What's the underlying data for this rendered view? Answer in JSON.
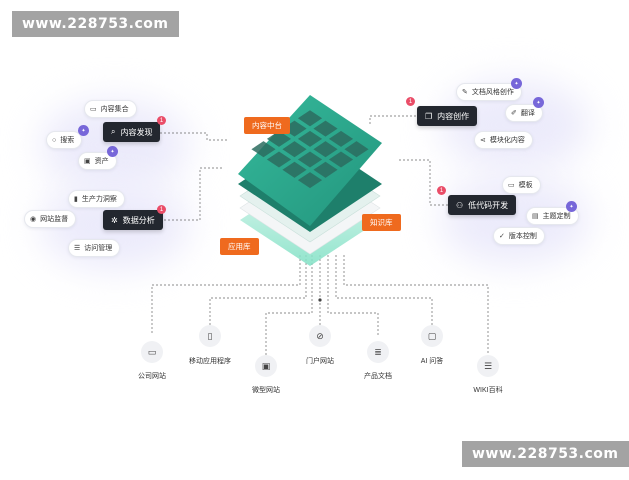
{
  "watermark": {
    "top": "www.228753.com",
    "bottom": "www.228753.com"
  },
  "center_tags": {
    "content_platform": "内容中台",
    "knowledge_base": "知识库",
    "app_library": "应用库"
  },
  "left": {
    "search_node": {
      "label": "内容发现",
      "badge": "1",
      "icon": "search-icon"
    },
    "content_set": "内容集合",
    "search": "搜索",
    "assets": "资产",
    "data_node": {
      "label": "数据分析",
      "badge": "1",
      "icon": "gear-icon"
    },
    "prod_insight": "生产力洞察",
    "site_monitor": "网站监督",
    "access_mgmt": "访问管理"
  },
  "right": {
    "creation_node": {
      "label": "内容创作",
      "badge": "1",
      "icon": "copy-icon"
    },
    "doc_style": "文档风格创作",
    "translate": "翻译",
    "modular": "模块化内容",
    "lowcode_node": {
      "label": "低代码开发",
      "badge": "1",
      "icon": "users-icon"
    },
    "template": "模板",
    "theme": "主题定制",
    "version": "版本控制"
  },
  "outputs": [
    {
      "label": "公司网站",
      "icon": "browser-icon"
    },
    {
      "label": "移动应用程序",
      "icon": "phone-icon"
    },
    {
      "label": "微型网站",
      "icon": "window-icon"
    },
    {
      "label": "门户网站",
      "icon": "portal-icon"
    },
    {
      "label": "产品文档",
      "icon": "document-icon"
    },
    {
      "label": "AI 问答",
      "icon": "chat-icon"
    },
    {
      "label": "WIKI百科",
      "icon": "database-icon"
    }
  ],
  "colors": {
    "teal": "#2aa58b",
    "orange": "#ef6a1e",
    "dark": "#23272f",
    "badge": "#ea4d68",
    "purple": "#7767d9"
  }
}
